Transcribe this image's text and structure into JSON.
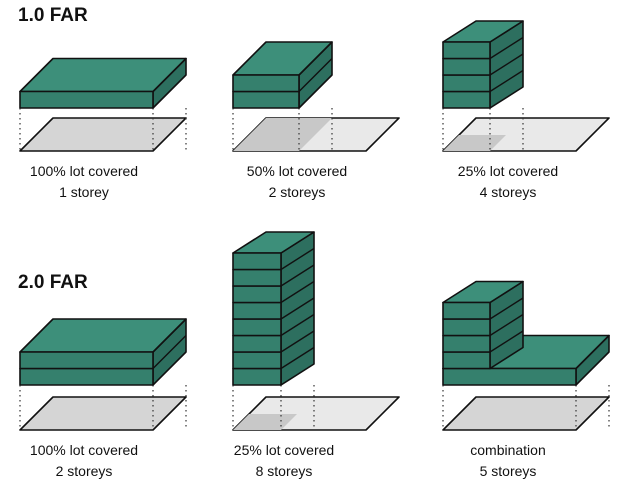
{
  "colors": {
    "front": "#35806d",
    "top": "#3d8f7a",
    "side": "#2d6f5f",
    "ground": "#d5d5d5",
    "footprint": "#c8c8c8",
    "ground_light": "#e9e9e9"
  },
  "sections": [
    {
      "heading": "1.0 FAR",
      "examples": [
        {
          "caption_line1": "100% lot covered",
          "caption_line2": "1 storey",
          "storeys": 1,
          "lot_coverage": 1.0
        },
        {
          "caption_line1": "50% lot covered",
          "caption_line2": "2 storeys",
          "storeys": 2,
          "lot_coverage": 0.5
        },
        {
          "caption_line1": "25% lot covered",
          "caption_line2": "4 storeys",
          "storeys": 4,
          "lot_coverage": 0.25
        }
      ]
    },
    {
      "heading": "2.0 FAR",
      "examples": [
        {
          "caption_line1": "100% lot covered",
          "caption_line2": "2 storeys",
          "storeys": 2,
          "lot_coverage": 1.0
        },
        {
          "caption_line1": "25% lot covered",
          "caption_line2": "8 storeys",
          "storeys": 8,
          "lot_coverage": 0.25
        },
        {
          "caption_line1": "combination",
          "caption_line2": "5 storeys",
          "storeys": 5,
          "lot_coverage": null
        }
      ]
    }
  ]
}
